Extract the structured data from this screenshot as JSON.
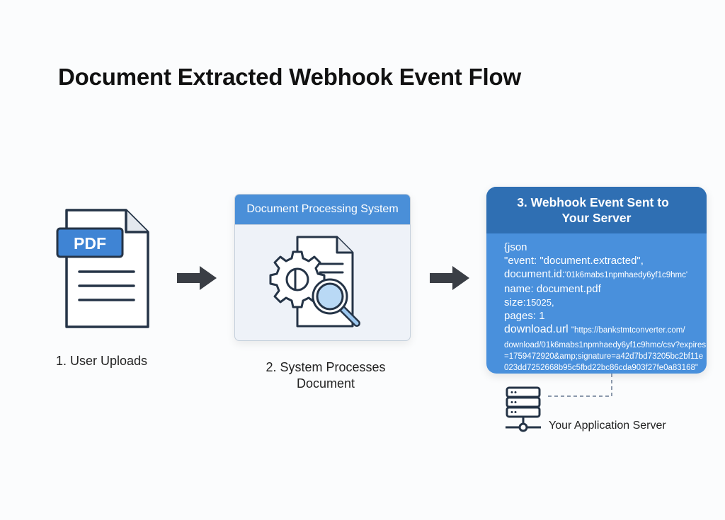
{
  "title": "Document Extracted Webhook Event Flow",
  "colors": {
    "primary_blue": "#4a8fd8",
    "dark_blue": "#2f6fb3",
    "icon_stroke": "#253447",
    "arrow": "#3a3e45",
    "card_bg": "#eef2f8"
  },
  "steps": {
    "upload": {
      "icon": "pdf-file-icon",
      "badge": "PDF",
      "label": "1. User Uploads"
    },
    "process": {
      "header": "Document Processing System",
      "icon": "document-gear-magnifier-icon",
      "label": "2. System Processes Document"
    },
    "webhook": {
      "header_line1": "3. Webhook Event Sent to",
      "header_line2": "Your Server",
      "json_lines": {
        "open": "{json",
        "event": "\"event: \"document.extracted\",",
        "doc_id_key": "document.id:",
        "doc_id_value": "'01k6mabs1npmhaedy6yf1c9hmc'",
        "name": "name: document.pdf",
        "size_key": "size:",
        "size_value": "15025,",
        "pages": "pages: 1",
        "url_key": "download.url",
        "url_value_start": "\"https://bankstmtconverter.com/",
        "url_cont1": "download/01k6mabs1npmhaedy6yf1c9hmc/csv?expires",
        "url_cont2": "=1759472920&amp;signature=a42d7bd73205bc2bf11e",
        "url_cont3": "023dd7252668b95c5fbd22bc86cda903f27fe0a83168\""
      }
    },
    "server": {
      "icon": "server-rack-icon",
      "label": "Your Application Server"
    }
  },
  "arrows": [
    "arrow-right-icon",
    "arrow-right-icon"
  ]
}
